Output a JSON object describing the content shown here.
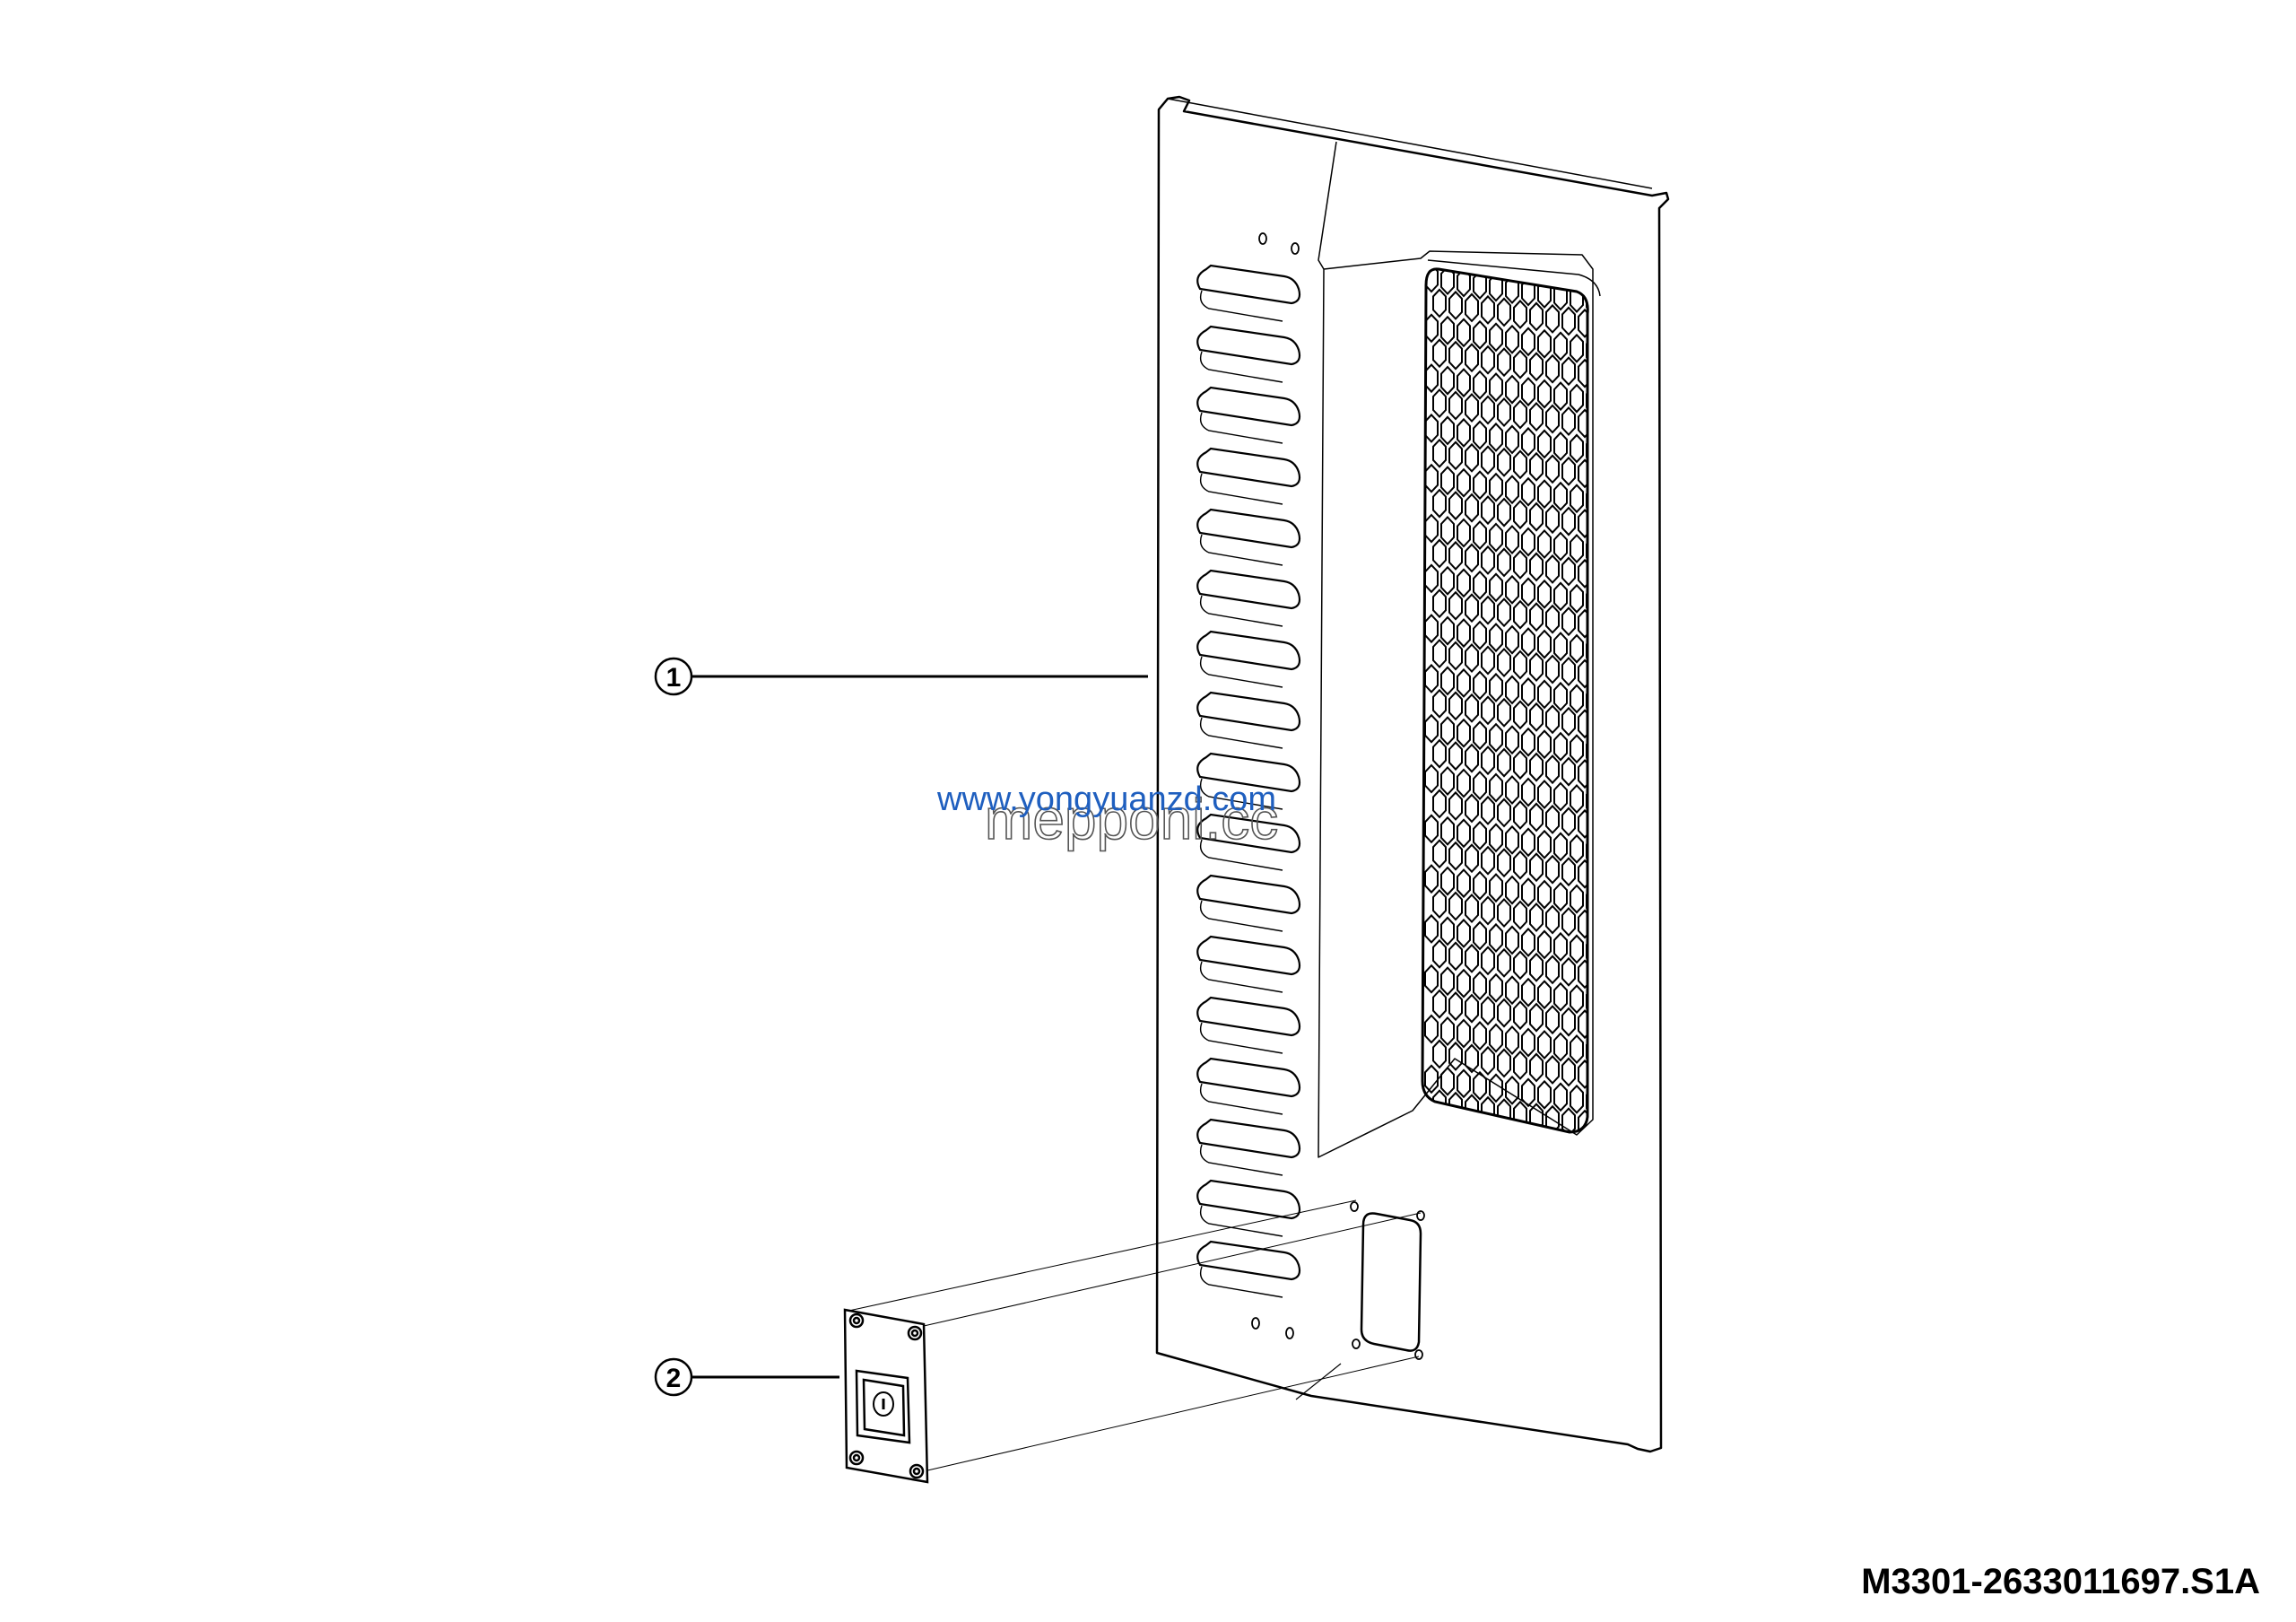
{
  "callouts": [
    {
      "id": "1",
      "label": "1"
    },
    {
      "id": "2",
      "label": "2"
    }
  ],
  "drawing_code": "M3301-2633011697.S1A",
  "watermarks": {
    "primary": "www.yongyuanzd.com",
    "secondary": "mepponi.cc"
  },
  "colors": {
    "line": "#000000",
    "watermark_primary": "#1f5fbf",
    "watermark_secondary": "#666666"
  }
}
